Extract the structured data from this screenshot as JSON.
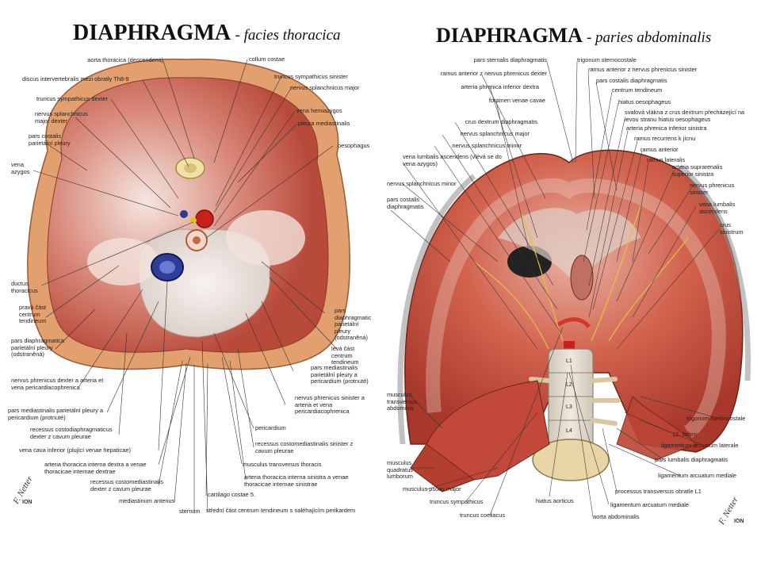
{
  "left": {
    "title": "DIAPHRAGMA",
    "subtitle": "- facies thoracica",
    "labels": [
      "aorta thoracica (descendens)",
      "collum costae",
      "discus intervertebralis mezi obratly Th8-9",
      "truncus sympathicus sinister",
      "nervus splanchnicus major",
      "truncus sympathicus dexter",
      "nervus splanchnicus major dexter",
      "vena hemiazygos",
      "pleura mediastinalis",
      "pars costalis parietální pleury",
      "oesophagus",
      "vena azygos",
      "ductus thoracicus",
      "pravá část centrum tendineum",
      "pars diaphragmatica parietální pleury (odstraněná)",
      "pars diaphragmatica parietální pleury (odstraněná)",
      "levá část centrum tendineum",
      "nervus phrenicus dexter a arteria et vena pericardiacophrenica",
      "pars mediastinalis parietální pleury a pericardium (protnuté)",
      "pars mediastinalis parietální pleury a pericardium (protnuté)",
      "nervus phrenicus sinister a arteria et vena pericardiacophrenica",
      "recessus costodiaphragmaticus dexter z cavum pleurae",
      "pericardium",
      "vena cava inferior (plující venae hepaticae)",
      "recessus costomediastinalis sinister z cavum pleurae",
      "arteria thoracica interna dextra a venae thoracicae internae dextrae",
      "musculus transversus thoracis",
      "recessus costomediastinalis dexter z cavum pleurae",
      "arteria thoracica interna sinistra a venae thoracicae internae sinistrae",
      "cartilago costae 5.",
      "mediastinum anterius",
      "sternum",
      "střední část centrum tendineum s naléhajícím perikardem"
    ],
    "signature": "F. Netter",
    "publisher": "ION"
  },
  "right": {
    "title": "DIAPHRAGMA",
    "subtitle": "- paries abdominalis",
    "labels": [
      "pars sternalis diaphragmatis",
      "trigonum sternocostale",
      "ramus anterior z nervus phrenicus dexter",
      "ramus anterior z nervus phrenicus sinister",
      "arteria phrenica inferior dextra",
      "pars costalis diaphragmatis",
      "centrum tendineum",
      "foramen venae cavae",
      "hiatus oesophageus",
      "crus dextrum diaphragmatis",
      "svalová vlákna z crus dextrum přecházející na levou stranu hiatus oesophageus",
      "nervus splanchnicus major",
      "arteria phrenica inferior sinistra",
      "nervus splanchnicus minor",
      "ramus recurrens k jícnu",
      "vena lumbalis ascendens (vlévá se do vena azygos)",
      "ramus anterior",
      "ramus lateralis",
      "nervus splanchnicus minor",
      "arteria suprarenalis superior sinistra",
      "pars costalis diaphragmatis",
      "nervus phrenicus sinister",
      "vena lumbalis ascendens",
      "crus sinistrum",
      "musculus transversus abdominis",
      "trigonum lumbocostale",
      "12. žebro",
      "ligamentum arcuatum laterale",
      "musculus quadratus lumborum",
      "pars lumbalis diaphragmatis",
      "ligamentum arcuatum mediale",
      "musculus psoas major",
      "processus transversus obratle L1",
      "truncus sympathicus",
      "hiatus aorticus",
      "ligamentum arcuatum mediale",
      "truncus coeliacus",
      "aorta abdominalis"
    ],
    "vertebra_labels": [
      "L1",
      "L2",
      "L3",
      "L4"
    ],
    "signature": "F. Netter",
    "publisher": "ION"
  }
}
